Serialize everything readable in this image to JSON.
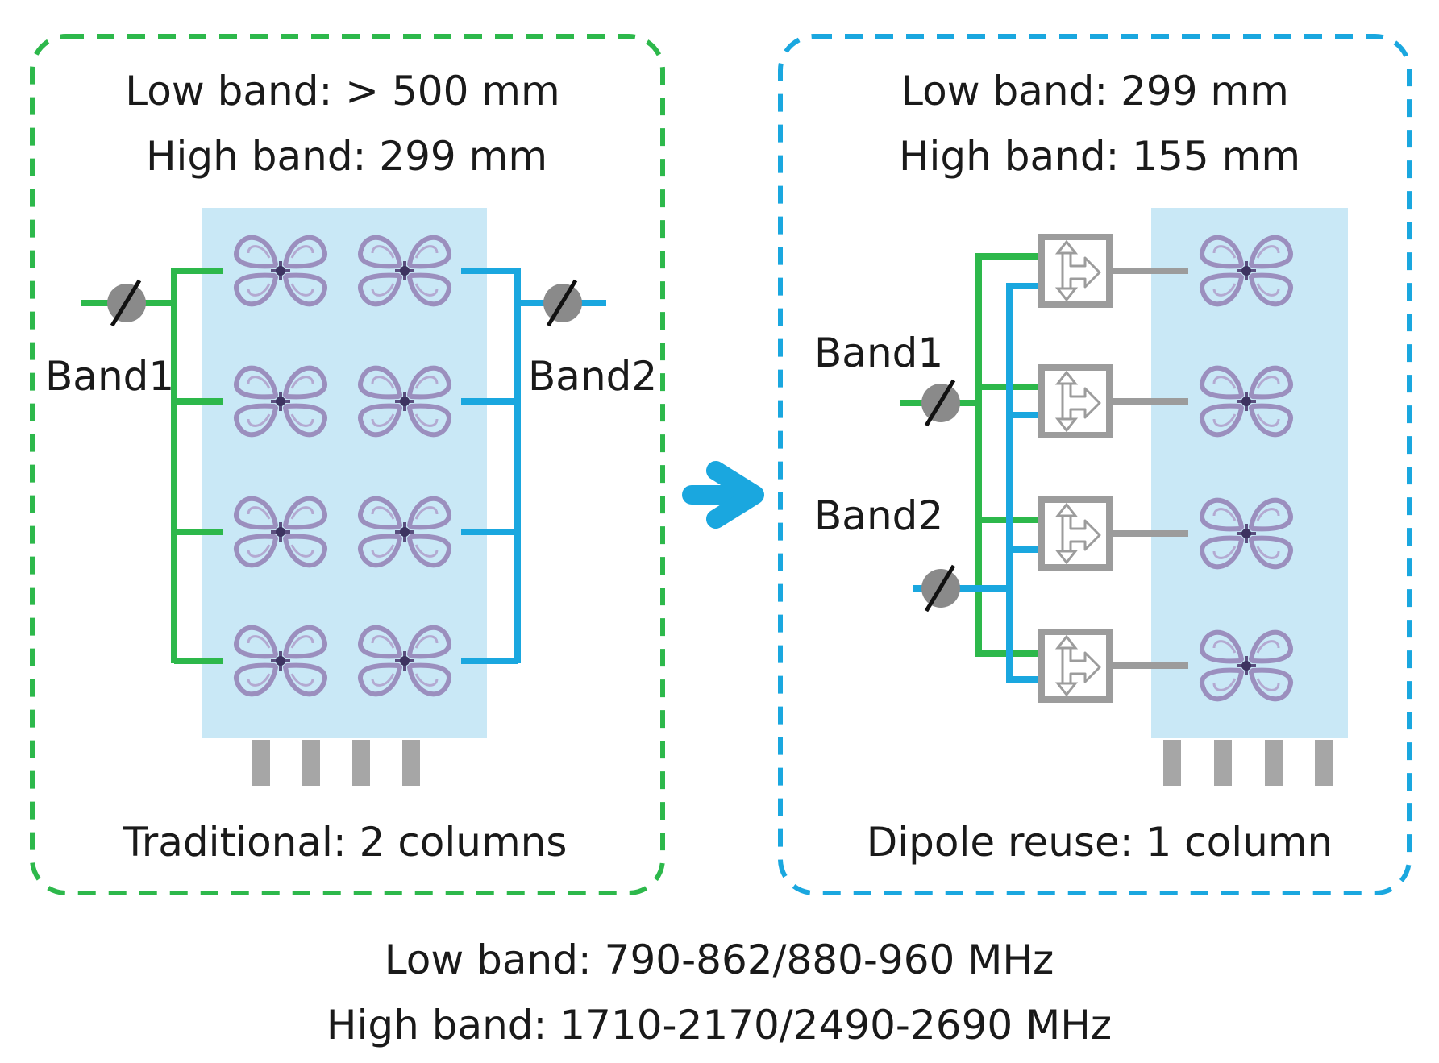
{
  "traditional": {
    "low_band": "Low band: > 500 mm",
    "high_band": "High band: 299 mm",
    "band1_label": "Band1",
    "band2_label": "Band2",
    "caption": "Traditional: 2 columns",
    "border_color": "#2db84b"
  },
  "dipole_reuse": {
    "low_band": "Low band: 299 mm",
    "high_band": "High band: 155 mm",
    "band1_label": "Band1",
    "band2_label": "Band2",
    "caption": "Dipole reuse: 1 column",
    "border_color": "#1aa7df"
  },
  "footer": {
    "low_band": "Low band: 790-862/880-960 MHz",
    "high_band": "High band: 1710-2170/2490-2690 MHz"
  },
  "colors": {
    "band1_line": "#2db84b",
    "band2_line": "#1aa7df",
    "panel_fill": "#c9e8f6",
    "dipole": "#9b8fbe",
    "combiner": "#a3a3a3",
    "arrow": "#1aa7df"
  },
  "icons": {
    "dipole": "cross-dipole-icon",
    "phase_shifter": "phase-shifter-icon",
    "combiner": "combiner-icon",
    "arrow": "right-arrow-icon"
  }
}
